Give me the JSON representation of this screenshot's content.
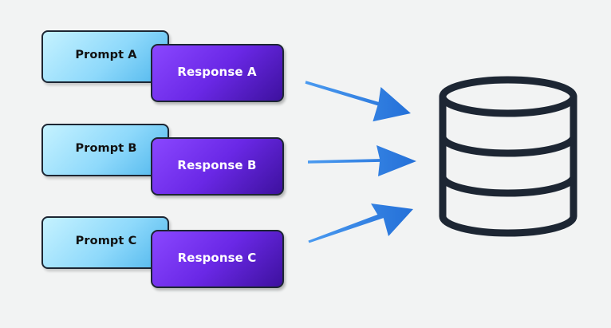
{
  "pairs": [
    {
      "prompt": "Prompt A",
      "response": "Response A"
    },
    {
      "prompt": "Prompt B",
      "response": "Response B"
    },
    {
      "prompt": "Prompt C",
      "response": "Response C"
    }
  ],
  "colors": {
    "background": "#f2f3f3",
    "prompt_fill": "#8ed9fb",
    "response_fill": "#6a28e6",
    "arrow": "#2f7fe0",
    "database_stroke": "#1d2633"
  },
  "icons": {
    "database": "database-icon",
    "arrow": "arrow-icon"
  }
}
